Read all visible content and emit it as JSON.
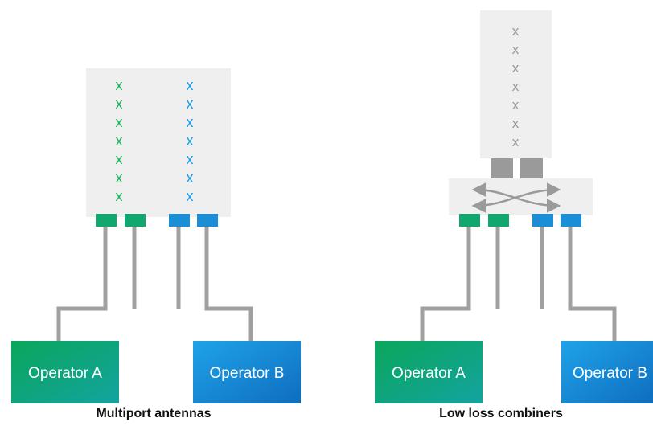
{
  "colors": {
    "panel": "#efefef",
    "cable": "#a0a0a0",
    "port_green": "#11a86f",
    "port_blue": "#1a8fd8",
    "marker_green": "#17b155",
    "marker_blue": "#1a9ee8",
    "marker_grey": "#9a9a9a",
    "operator_a_start": "#0aa65b",
    "operator_a_end": "#14a3a0",
    "operator_b_start": "#1fa3e8",
    "operator_b_end": "#0f6dc0",
    "label_text": "#ffffff",
    "caption_text": "#111111"
  },
  "left": {
    "green_markers": [
      "x",
      "x",
      "x",
      "x",
      "x",
      "x",
      "x"
    ],
    "blue_markers": [
      "x",
      "x",
      "x",
      "x",
      "x",
      "x",
      "x"
    ],
    "operator_a": "Operator A",
    "operator_b": "Operator B",
    "caption": "Multiport antennas"
  },
  "right": {
    "grey_markers": [
      "x",
      "x",
      "x",
      "x",
      "x",
      "x",
      "x"
    ],
    "operator_a": "Operator A",
    "operator_b": "Operator B",
    "caption": "Low loss combiners"
  }
}
